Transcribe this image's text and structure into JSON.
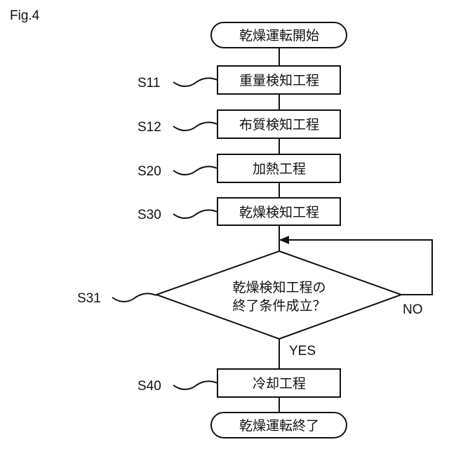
{
  "figure_label": "Fig.4",
  "nodes": {
    "start": "乾燥運転開始",
    "s11": "重量検知工程",
    "s12": "布質検知工程",
    "s20": "加熱工程",
    "s30": "乾燥検知工程",
    "s31_line1": "乾燥検知工程の",
    "s31_line2": "終了条件成立？",
    "s40": "冷却工程",
    "end": "乾燥運転終了"
  },
  "step_labels": {
    "s11": "S11",
    "s12": "S12",
    "s20": "S20",
    "s30": "S30",
    "s31": "S31",
    "s40": "S40"
  },
  "branches": {
    "yes": "YES",
    "no": "NO"
  }
}
